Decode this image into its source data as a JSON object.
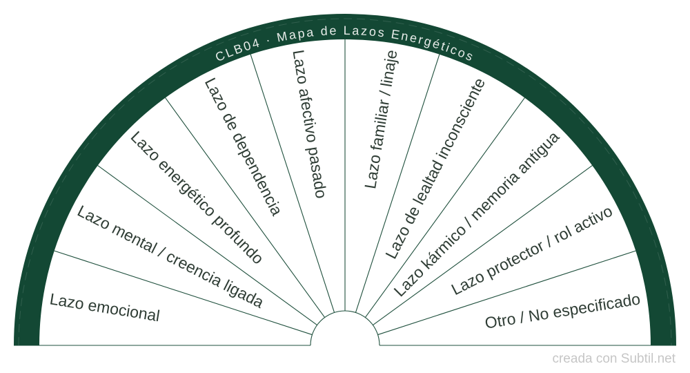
{
  "title": "CLB04 · Mapa de Lazos Energéticos",
  "sectors": [
    {
      "label": "Lazo emocional"
    },
    {
      "label": "Lazo mental / creencia ligada"
    },
    {
      "label": "Lazo energético profundo"
    },
    {
      "label": "Lazo de dependencia"
    },
    {
      "label": "Lazo afectivo pasado"
    },
    {
      "label": "Lazo familiar / linaje"
    },
    {
      "label": "Lazo de lealtad inconsciente"
    },
    {
      "label": "Lazo kármico / memoria antigua"
    },
    {
      "label": "Lazo protector / rol activo"
    },
    {
      "label": "Otro / No especificado"
    }
  ],
  "footer": {
    "credit": "creada con Subtil.net"
  },
  "colors": {
    "band": "#134834",
    "divider": "#1e4f3c",
    "label_text": "#2f3d35",
    "title_text": "#e6ebe8",
    "credit_text": "#c6c6c6",
    "background": "#ffffff"
  }
}
